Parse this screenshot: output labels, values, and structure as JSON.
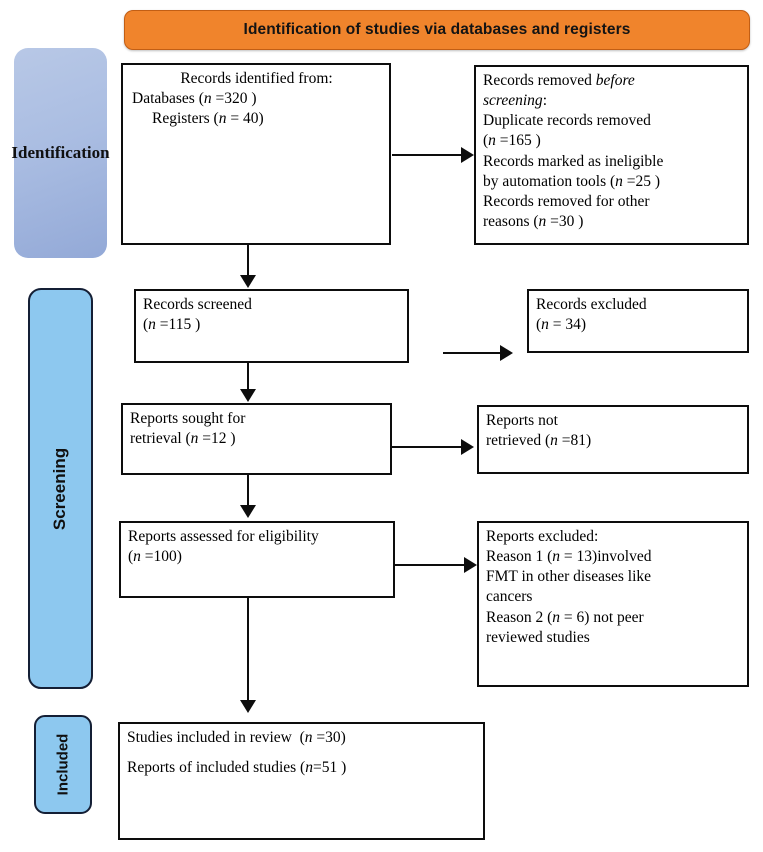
{
  "banner": {
    "title": "Identification of studies via databases and registers",
    "bg_color": "#f0842c"
  },
  "phases": [
    {
      "id": "identification",
      "label": "Identification",
      "orientation": "horizontal",
      "color": "#aabde2"
    },
    {
      "id": "screening",
      "label": "Screening",
      "orientation": "vertical",
      "color": "#8dc8ef"
    },
    {
      "id": "included",
      "label": "Included",
      "orientation": "vertical",
      "color": "#8dc8ef"
    }
  ],
  "boxes": {
    "records_identified": {
      "line1": "Records identified from:",
      "line2_pre": "Databases (",
      "line2_n": "n",
      "line2_post": " =320 )",
      "line3_pre": "Registers (",
      "line3_n": "n",
      "line3_post": " = 40)"
    },
    "records_removed": {
      "line1_pre": "Records removed ",
      "line1_em": "before",
      "line2_em": "screening",
      "line2_post": ":",
      "line3": "Duplicate records removed",
      "line4_pre": "(",
      "line4_n": "n",
      "line4_post": " =165 )",
      "line5": "Records marked as ineligible",
      "line6_pre": "by automation tools (",
      "line6_n": "n",
      "line6_post": " =25 )",
      "line7": "Records removed for other",
      "line8_pre": "reasons (",
      "line8_n": "n",
      "line8_post": " =30 )"
    },
    "records_screened": {
      "line1": "Records screened",
      "line2_pre": "(",
      "line2_n": "n",
      "line2_post": " =115 )"
    },
    "records_excluded": {
      "line1": "Records excluded",
      "line2_pre": "(",
      "line2_n": "n",
      "line2_post": " = 34)"
    },
    "reports_sought": {
      "line1": "Reports sought for",
      "line2_pre": "retrieval (",
      "line2_n": "n",
      "line2_post": " =12 )"
    },
    "reports_not_retrieved": {
      "line1": "Reports not",
      "line2_pre": "retrieved (",
      "line2_n": "n",
      "line2_post": " =81)"
    },
    "reports_assessed": {
      "line1": "Reports assessed for eligibility",
      "line2_pre": "(",
      "line2_n": "n",
      "line2_post": " =100)"
    },
    "reports_excluded": {
      "line1": "Reports excluded:",
      "line2_pre": "Reason 1 (",
      "line2_n": "n",
      "line2_post": " = 13)involved",
      "line3": "FMT in other diseases like",
      "line4": "cancers",
      "line5_pre": "Reason 2 (",
      "line5_n": "n",
      "line5_post": " = 6) not peer",
      "line6": "reviewed studies"
    },
    "studies_included": {
      "line1_pre": "Studies included in review  (",
      "line1_n": "n",
      "line1_post": " =30)",
      "line2_pre": "Reports of included studies (",
      "line2_n": "n",
      "line2_post": "=51 )"
    }
  }
}
